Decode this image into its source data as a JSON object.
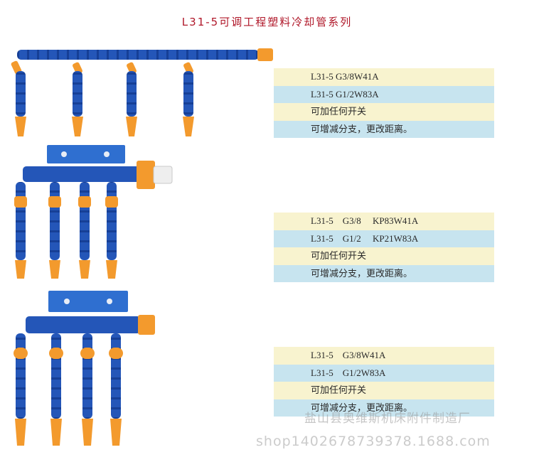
{
  "title": "L31-5可调工程塑料冷却管系列",
  "groups": [
    {
      "rows": [
        "L31-5 G3/8W41A",
        "L31-5 G1/2W83A",
        "可加任何开关",
        "可增减分支，更改距离。"
      ]
    },
    {
      "rows": [
        "L31-5    G3/8     KP83W41A",
        "L31-5    G1/2     KP21W83A",
        "可加任何开关",
        "可增减分支，更改距离。"
      ]
    },
    {
      "rows": [
        "L31-5    G3/8W41A",
        "L31-5    G1/2W83A",
        "可加任何开关",
        "可增减分支，更改距离。"
      ]
    }
  ],
  "watermark": {
    "company": "盐山县奥维斯机床附件制造厂",
    "url": "shop1402678739378.1688.com"
  },
  "colors": {
    "hose_blue": "#2456b8",
    "nozzle_orange": "#f39a2d",
    "title_red": "#b0182a"
  }
}
